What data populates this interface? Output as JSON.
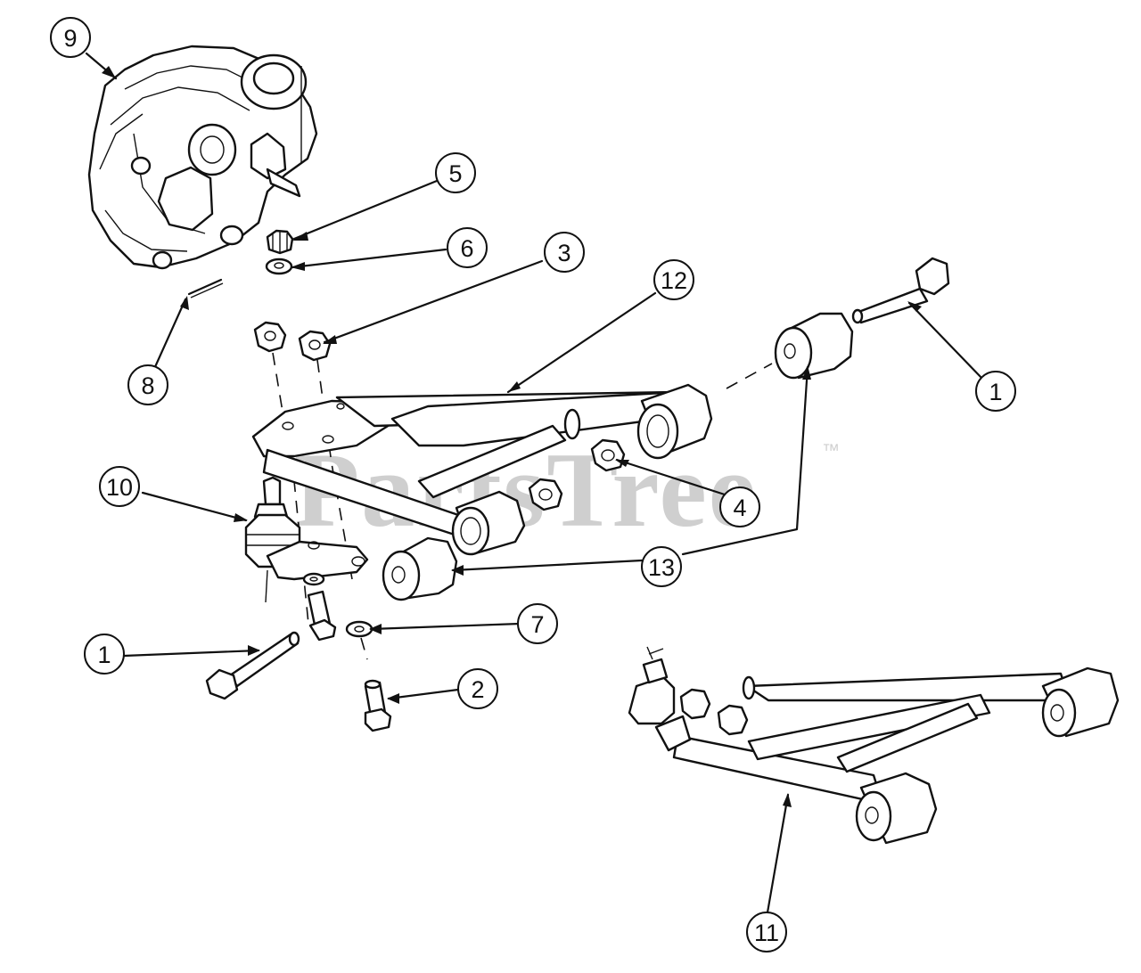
{
  "watermark": {
    "text": "PartsTree",
    "trademark": "™"
  },
  "callouts": [
    {
      "id": "c9",
      "label": "9"
    },
    {
      "id": "c5",
      "label": "5"
    },
    {
      "id": "c6",
      "label": "6"
    },
    {
      "id": "c3",
      "label": "3"
    },
    {
      "id": "c8",
      "label": "8"
    },
    {
      "id": "c12",
      "label": "12"
    },
    {
      "id": "c1a",
      "label": "1"
    },
    {
      "id": "c10",
      "label": "10"
    },
    {
      "id": "c4",
      "label": "4"
    },
    {
      "id": "c13",
      "label": "13"
    },
    {
      "id": "c7",
      "label": "7"
    },
    {
      "id": "c1b",
      "label": "1"
    },
    {
      "id": "c2",
      "label": "2"
    },
    {
      "id": "c11",
      "label": "11"
    }
  ]
}
